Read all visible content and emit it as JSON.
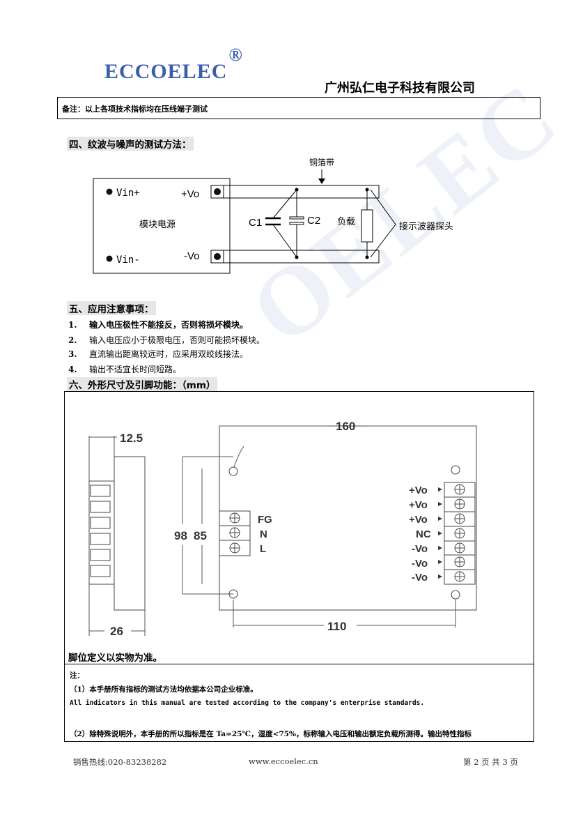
{
  "header": {
    "brand": "ECCOELEC",
    "reg_mark": "®",
    "company": "广州弘仁电子科技有限公司"
  },
  "remark": "备注：以上各项技术指标均在压线端子测试",
  "section4": {
    "title": "四、纹波与噪声的测试方法：",
    "diagram": {
      "foil_label": "铜箔带",
      "vin_plus": "Vin+",
      "vin_minus": "Vin-",
      "vo_plus": "+Vo",
      "vo_minus": "-Vo",
      "module": "模块电源",
      "c1": "C1",
      "c2": "C2",
      "load": "负载",
      "probe": "接示波器探头"
    }
  },
  "section5": {
    "title": "五、应用注意事项：",
    "items": [
      {
        "num": "1.",
        "text": "输入电压极性不能接反，否则将损坏模块。"
      },
      {
        "num": "2.",
        "text": "输入电压应小于极限电压，否则可能损坏模块。"
      },
      {
        "num": "3.",
        "text": "直流输出距离较远时，应采用双绞线接法。"
      },
      {
        "num": "4.",
        "text": "输出不适宜长时间短路。"
      }
    ]
  },
  "section6": {
    "title": "六、外形尺寸及引脚功能：（mm）",
    "dims": {
      "w12": "12.5",
      "h26": "26",
      "l160": "160",
      "l110": "110",
      "h98": "98",
      "h85": "85"
    },
    "left_pins": [
      "FG",
      "N",
      "L"
    ],
    "right_pins": [
      "+Vo",
      "+Vo",
      "+Vo",
      "NC",
      "-Vo",
      "-Vo",
      "-Vo"
    ],
    "footnote": "脚位定义以实物为准。"
  },
  "notes": {
    "label": "注：",
    "n1": "（1）本手册所有指标的测试方法均依据本公司企业标准。",
    "n1_en": "All indicators in this manual are tested according to the company's enterprise standards.",
    "n2": "（2）除特殊说明外，本手册的所以指标是在 Ta=25℃，湿度<75%，标称输入电压和输出额定负载所测得。输出特性指标"
  },
  "footer": {
    "hotline": "销售热线:020-83238282",
    "website": "www.eccoelec.cn",
    "page": "第 2 页 共 3 页"
  },
  "watermark": "ECCOELEC"
}
